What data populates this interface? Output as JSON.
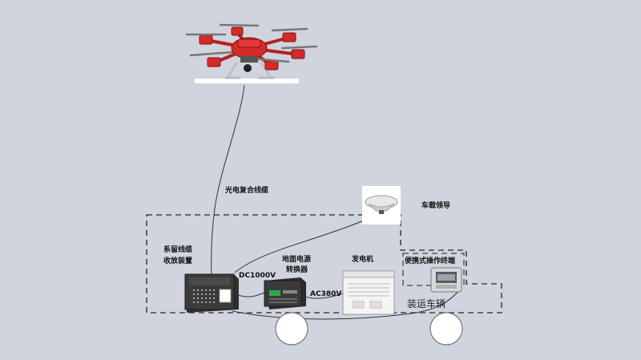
{
  "labels": {
    "cable": "光电复合线缆",
    "antenna": "车载领导",
    "winch_line1": "系留线缆",
    "winch_line2": "收放装置",
    "dc_voltage": "DC1000V",
    "converter_line1": "地面电源",
    "converter_line2": "转换器",
    "generator": "发电机",
    "ac_voltage": "AC380V",
    "terminal": "便携式操作终端",
    "vehicle": "装运车辆"
  },
  "colors": {
    "background": "#cfd4df",
    "drone_red": "#d42a2a",
    "dashed_outline": "#444444",
    "cable_line": "#333333"
  }
}
